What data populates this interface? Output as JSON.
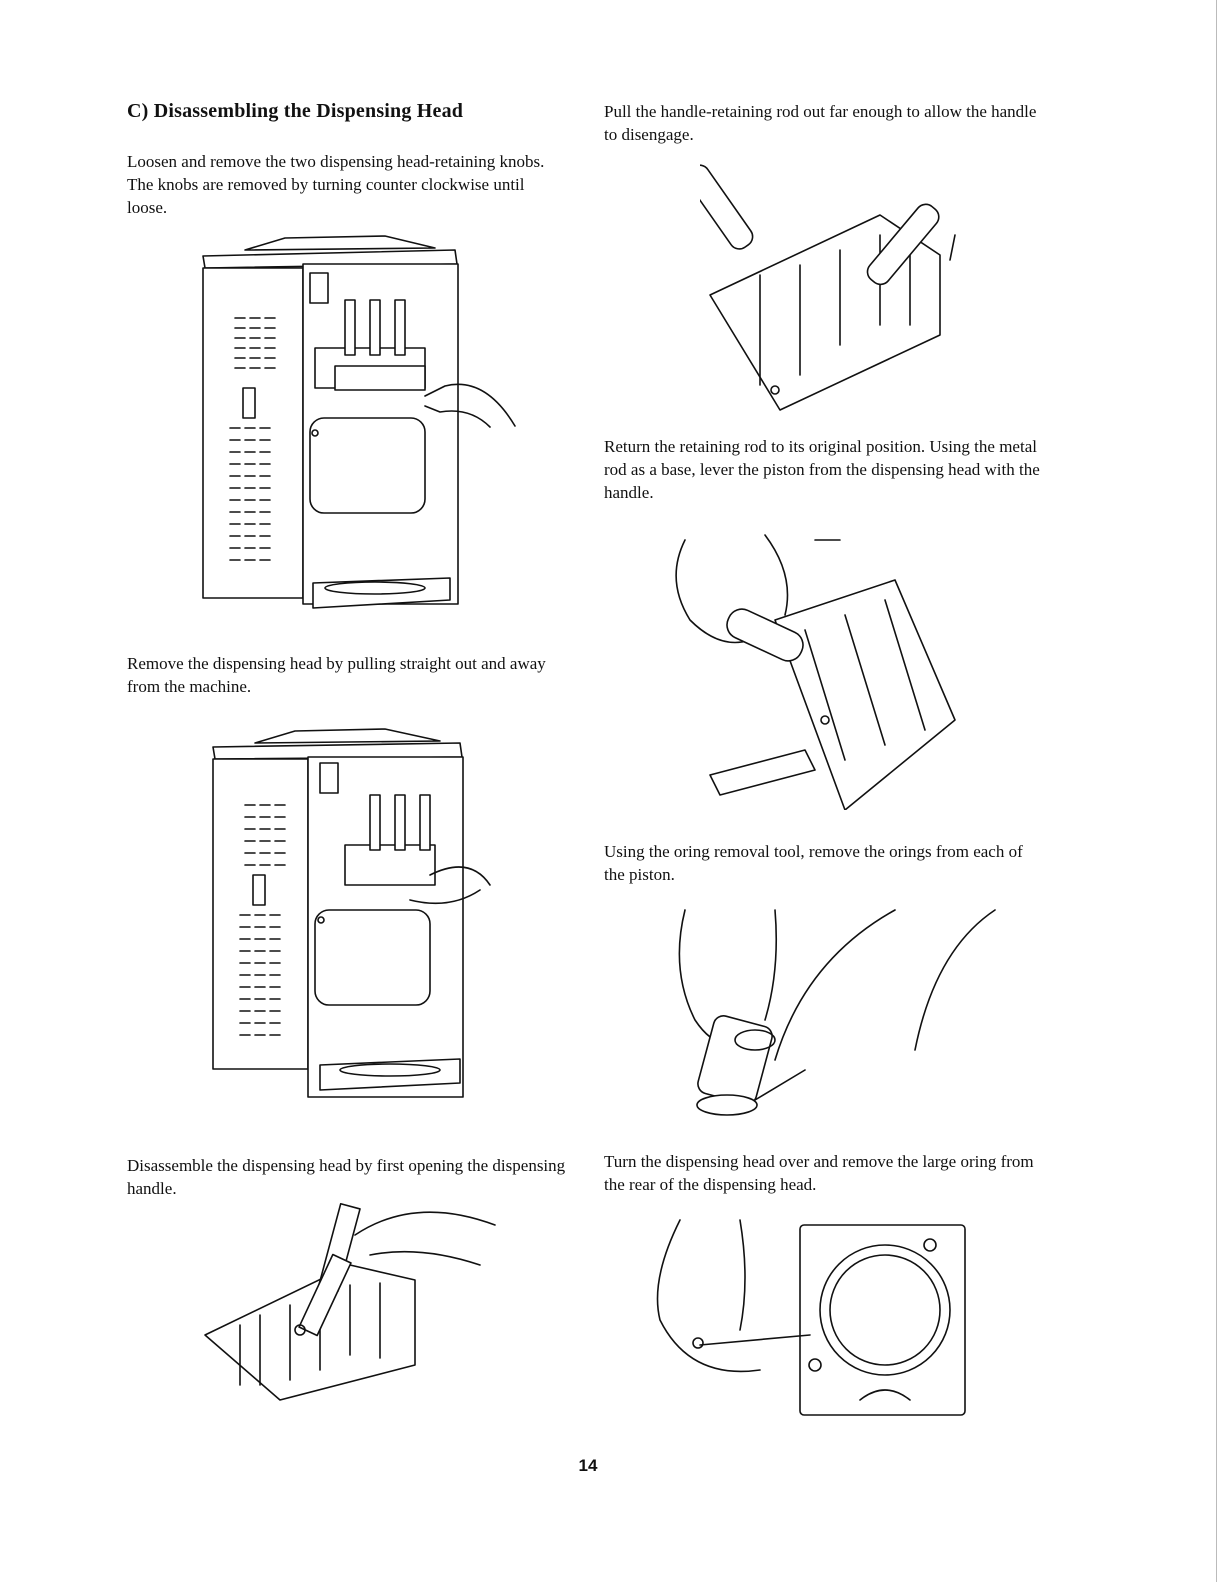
{
  "section_heading": "C) Disassembling the Dispensing Head",
  "steps": [
    {
      "id": "step1",
      "text": "Loosen and remove the two dispensing head-retaining knobs. The knobs are removed by turning counter clockwise until loose."
    },
    {
      "id": "step2",
      "text": "Remove the dispensing head by pulling straight out and away from the machine."
    },
    {
      "id": "step3",
      "text": "Disassemble the dispensing head by first opening the dispensing handle."
    },
    {
      "id": "step4",
      "text": "Pull the handle-retaining rod out far enough to allow the handle to disengage."
    },
    {
      "id": "step5",
      "text": "Return the retaining rod to its original position. Using the metal rod as a base, lever the piston from the dispensing head with the handle."
    },
    {
      "id": "step6",
      "text": "Using the oring removal tool, remove the orings from each of the piston."
    },
    {
      "id": "step7",
      "text": "Turn the dispensing head over and remove the large oring from the rear of the dispensing head."
    }
  ],
  "page_number": "14"
}
